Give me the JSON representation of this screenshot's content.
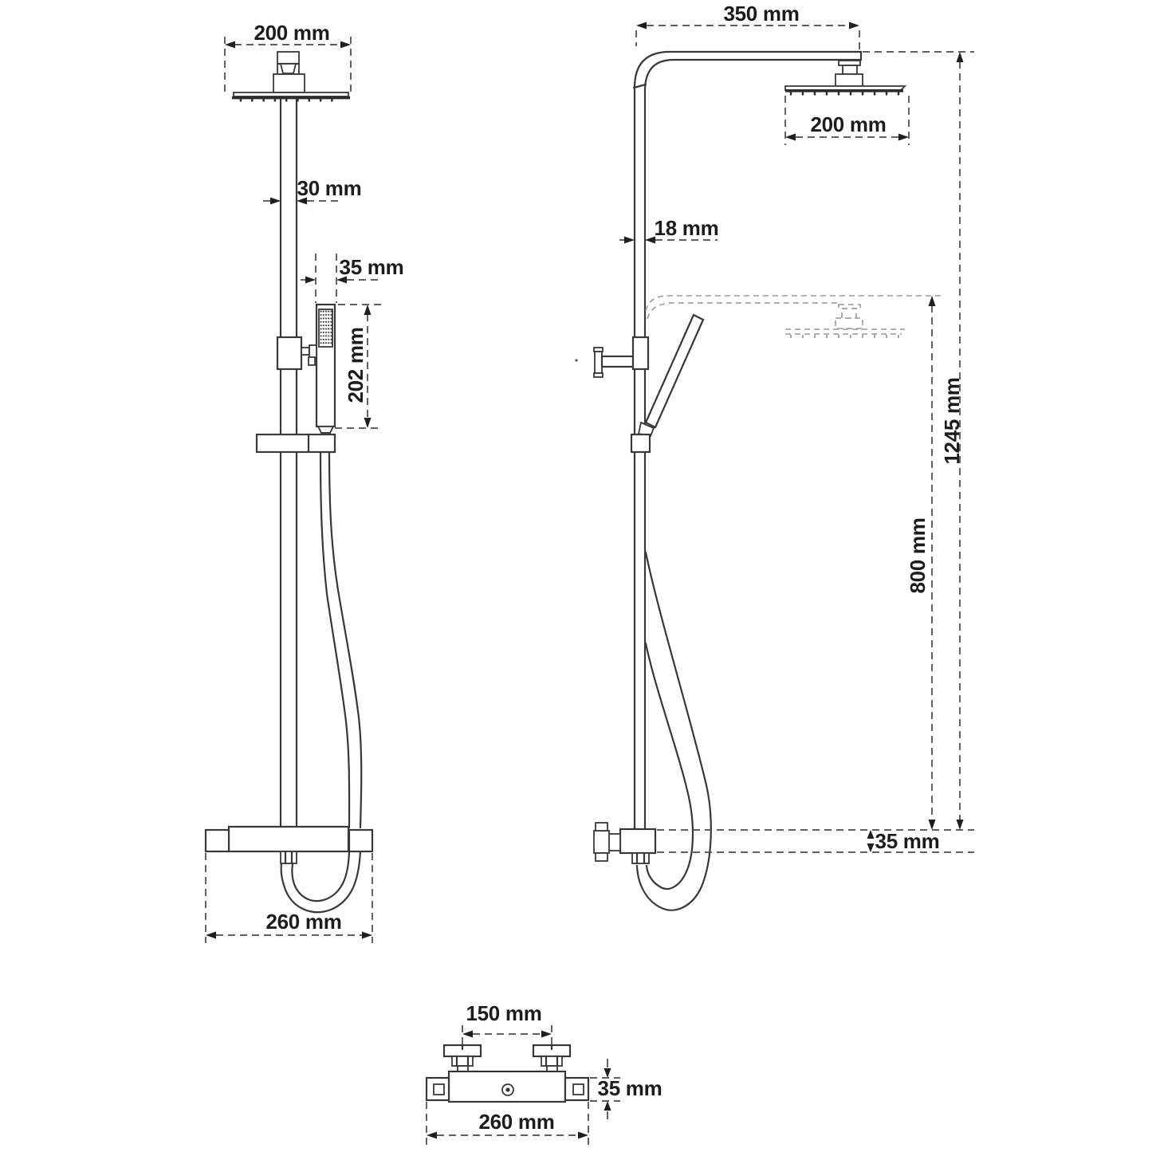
{
  "drawing": {
    "description": "Thermostatic shower column technical drawing: front view, side view, mixer valve top view",
    "unit": "mm",
    "colors": {
      "background": "#ffffff",
      "line": "#383838",
      "dimension": "#4a4a4a",
      "ghost": "#a6a6a6",
      "text": "#1c1c1c"
    }
  },
  "views": {
    "front": {
      "dims": {
        "head_width": "200 mm",
        "pipe_width": "30 mm",
        "handset_width": "35 mm",
        "handset_length": "202 mm",
        "valve_width": "260 mm"
      }
    },
    "side": {
      "dims": {
        "arm_reach": "350 mm",
        "head_width": "200 mm",
        "pipe_width": "18 mm",
        "overall_height": "1245 mm",
        "lower_position_height": "800 mm",
        "valve_height": "35 mm"
      }
    },
    "top": {
      "dims": {
        "handle_spacing": "150 mm",
        "body_depth": "35 mm",
        "body_width": "260 mm"
      }
    }
  }
}
